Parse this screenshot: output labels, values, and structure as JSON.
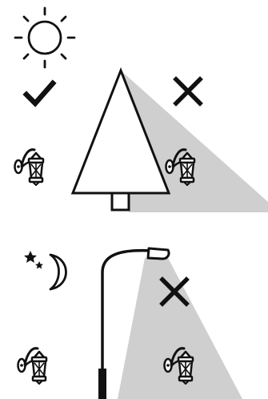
{
  "diagram": {
    "panels": [
      {
        "id": "day",
        "time_icon": "sun-icon",
        "left_verdict_icon": "checkmark-icon",
        "right_verdict_icon": "cross-icon",
        "obstacle_icon": "tree-icon",
        "lamp_icon": "wall-lantern-icon",
        "shadow": "shadow-wedge"
      },
      {
        "id": "night",
        "time_icon": "moon-and-stars-icon",
        "right_verdict_icon": "cross-icon",
        "light_source_icon": "street-lamp-icon",
        "lamp_icon": "wall-lantern-icon",
        "light_cone": "light-cone"
      }
    ],
    "colors": {
      "ink": "#111111",
      "shadow": "#cfcfcf",
      "light": "#cfcfcf",
      "background": "#ffffff"
    }
  }
}
